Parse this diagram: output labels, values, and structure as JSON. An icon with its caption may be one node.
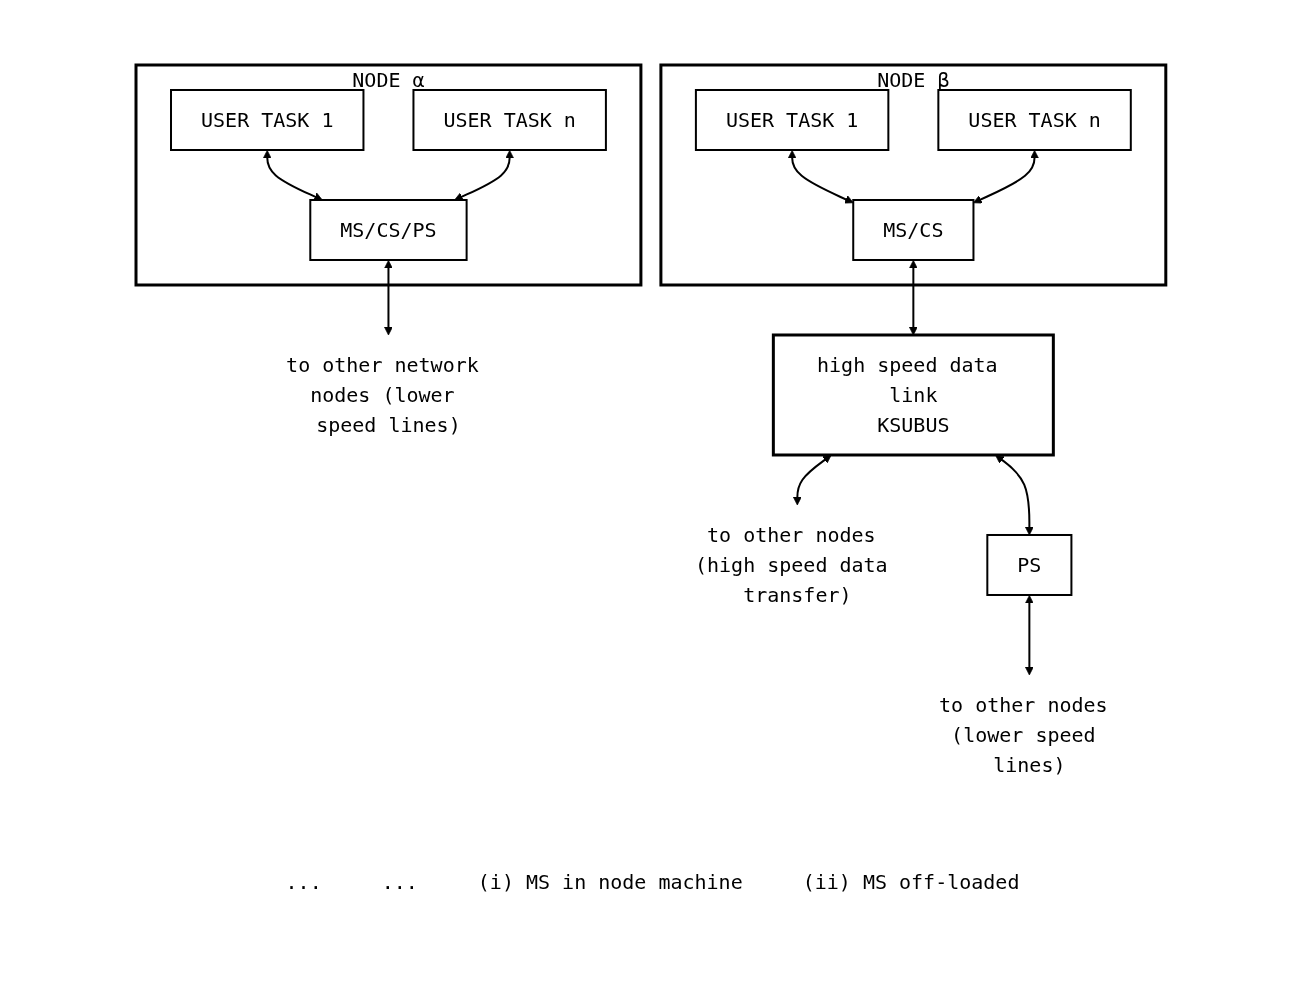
{
  "diagram": {
    "nodes": [
      {
        "text": [
          "NODE α"
        ]
      },
      {
        "text": [
          "USER TASK 1"
        ],
        "in": 0
      },
      {
        "text": [
          "USER TASK n"
        ],
        "in": 0
      },
      {
        "text": [
          "MS/CS/PS"
        ],
        "in": 0
      },
      {
        "text": [
          "to other network nodes (lower speed lines)"
        ]
      },
      {
        "text": [
          "NODE β"
        ]
      },
      {
        "text": [
          "USER TASK 1"
        ],
        "in": 5
      },
      {
        "text": [
          "USER TASK n"
        ],
        "in": 5
      },
      {
        "text": [
          "MS/CS"
        ],
        "in": 5
      },
      {
        "text": [
          "high speed data link",
          "KSUBUS"
        ]
      },
      {
        "text": [
          "to other nodes (high speed data transfer)"
        ]
      },
      {
        "text": [
          "PS"
        ]
      },
      {
        "text": [
          "to other nodes (lower speed lines)"
        ]
      }
    ],
    "edges": [
      {
        "from": 1,
        "to": 3,
        "arrow": "both"
      },
      {
        "from": 2,
        "to": 3,
        "arrow": "both"
      },
      {
        "from": 3,
        "to": 4,
        "arrow": "both"
      },
      {
        "from": 6,
        "to": 8,
        "arrow": "both"
      },
      {
        "from": 7,
        "to": 8,
        "arrow": "both"
      },
      {
        "from": 8,
        "to": 9,
        "arrow": "both"
      },
      {
        "from": 9,
        "to": 10,
        "arrow": "both"
      },
      {
        "from": 9,
        "to": 11,
        "arrow": "both"
      },
      {
        "from": 11,
        "to": 12,
        "arrow": "both"
      }
    ],
    "labels": [
      "...",
      "...",
      "(i) MS in node machine",
      "(ii) MS off-loaded"
    ]
  }
}
